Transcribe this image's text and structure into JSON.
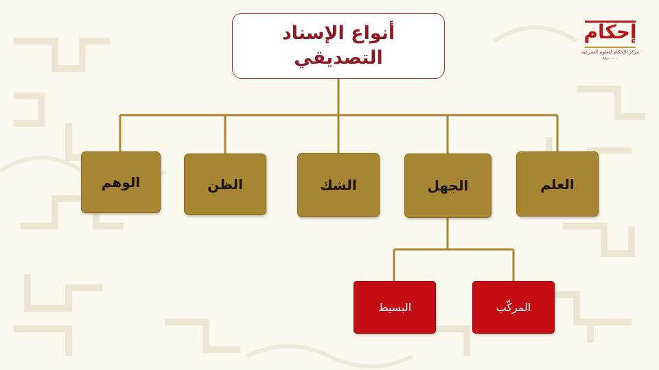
{
  "diagram": {
    "title_line1": "أنواع الإسناد",
    "title_line2": "التصديقي",
    "types": [
      "العلم",
      "الجهل",
      "الشك",
      "الظن",
      "الوهم"
    ],
    "jahl_subtypes": [
      "المركّب",
      "البسيط"
    ]
  },
  "logo": {
    "word": "إحكام",
    "subtitle": "مركز الإحكام للعلوم الشرعية",
    "small_text": "٨٨١٠٠٠٠"
  },
  "colors": {
    "background": "#fbf8ee",
    "title_text": "#8c1c24",
    "title_border": "#a8323a",
    "gold_box": "#a88532",
    "red_box": "#c40d14",
    "connector": "#a88532"
  }
}
